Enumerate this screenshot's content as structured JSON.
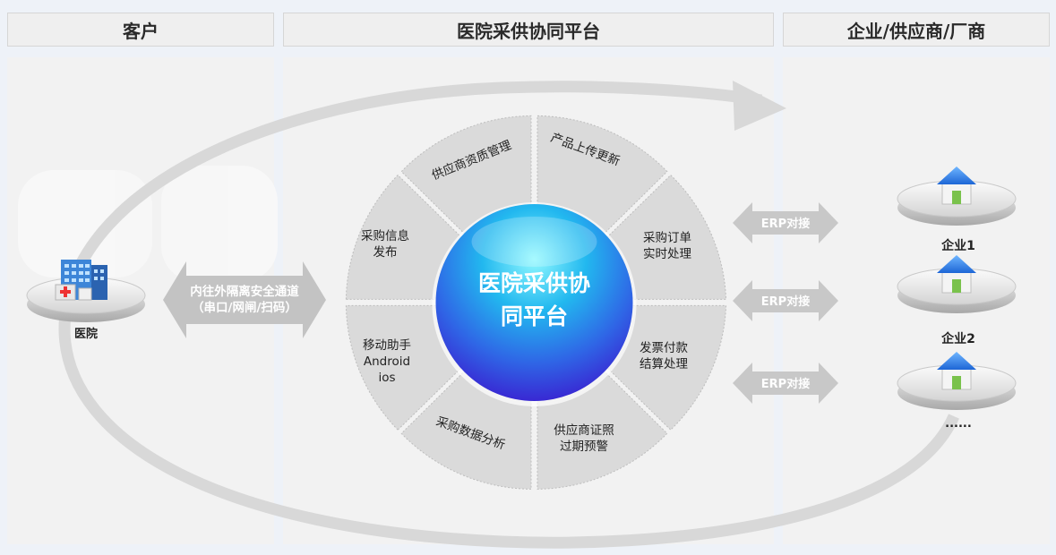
{
  "headers": {
    "customer": "客户",
    "platform": "医院采供协同平台",
    "supplier": "企业/供应商/厂商"
  },
  "hospital": {
    "label": "医院"
  },
  "channel": {
    "line1": "内往外隔离安全通道",
    "line2": "（串口/网闸/扫码）"
  },
  "hub": {
    "line1": "医院采供协",
    "line2": "同平台"
  },
  "modules": {
    "m1": "供应商资质管理",
    "m2": "产品上传更新",
    "m3a": "采购订单",
    "m3b": "实时处理",
    "m4a": "发票付款",
    "m4b": "结算处理",
    "m5a": "供应商证照",
    "m5b": "过期预警",
    "m6": "采购数据分析",
    "m7a": "移动助手",
    "m7b": "Android",
    "m7c": "ios",
    "m8a": "采购信息",
    "m8b": "发布"
  },
  "erp": {
    "a1": "ERP对接",
    "a2": "ERP对接",
    "a3": "ERP对接"
  },
  "enterprises": {
    "e1": "企业1",
    "e2": "企业2",
    "more": "......"
  },
  "colors": {
    "header_bg": "#efefef",
    "hub_light": "#6ff0ff",
    "hub_dark": "#2d2fd6",
    "arrow_gray": "#c8c8c8",
    "ring_gray": "#dcdcdc"
  }
}
